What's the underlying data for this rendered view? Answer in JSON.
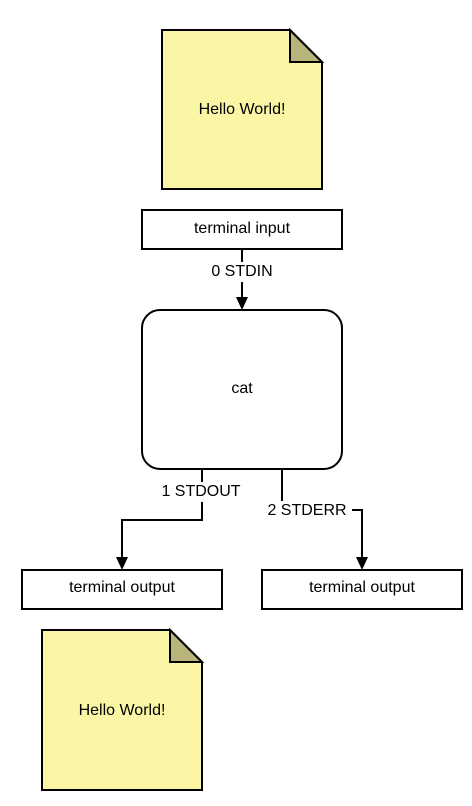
{
  "notes": [
    {
      "text": "Hello World!"
    },
    {
      "text": "Hello World!"
    }
  ],
  "boxes": {
    "terminal_input": "terminal input",
    "process": "cat",
    "stdout_output": "terminal output",
    "stderr_output": "terminal output"
  },
  "edges": {
    "stdin": "0 STDIN",
    "stdout": "1 STDOUT",
    "stderr": "2 STDERR"
  },
  "colors": {
    "note_fill": "#fbf6a6",
    "note_fold": "#b9b47a",
    "stroke": "#000000"
  }
}
